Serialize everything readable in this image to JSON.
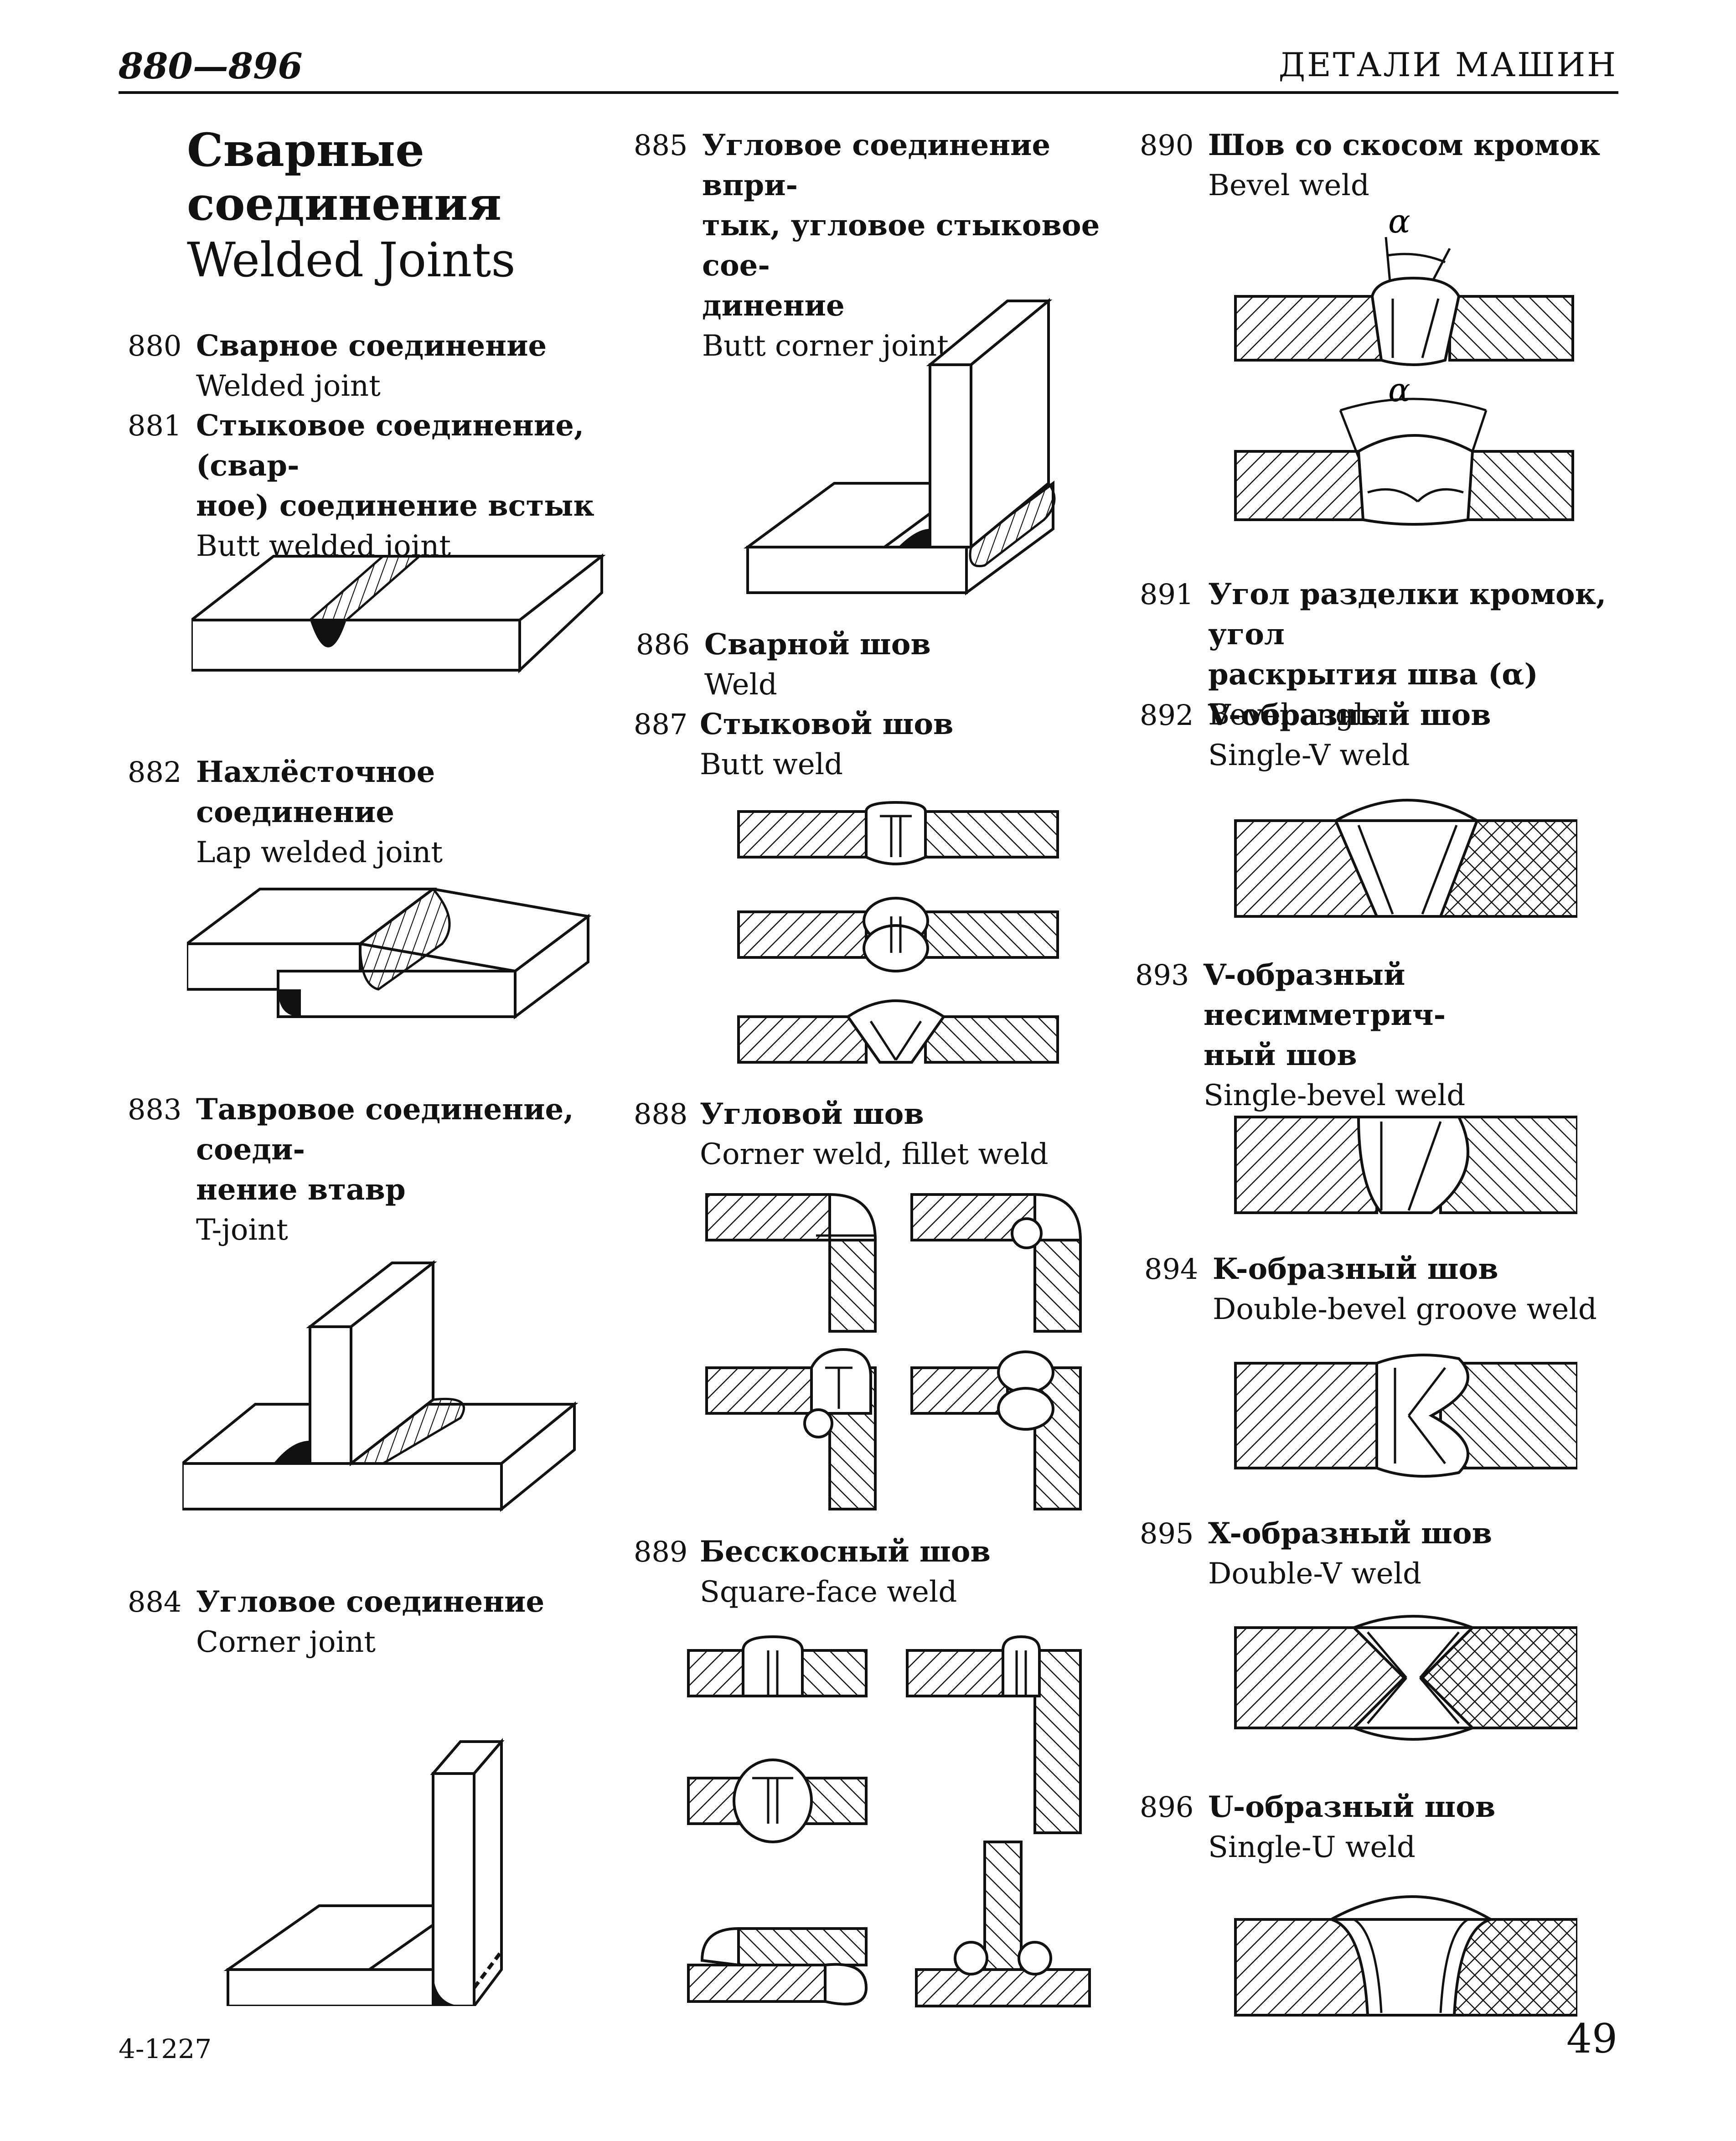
{
  "header": {
    "range": "880—896",
    "section": "ДЕТАЛИ МАШИН"
  },
  "title": {
    "ru_line1": "Сварные",
    "ru_line2": "соединения",
    "en": "Welded Joints"
  },
  "entries": [
    {
      "num": "880",
      "ru": "Сварное соединение",
      "en": "Welded joint"
    },
    {
      "num": "881",
      "ru_line1": "Стыковое соединение, (свар-",
      "ru_line2": "ное) соединение встык",
      "en": "Butt welded joint"
    },
    {
      "num": "882",
      "ru": "Нахлёсточное соединение",
      "en": "Lap welded joint"
    },
    {
      "num": "883",
      "ru_line1": "Тавровое соединение, соеди-",
      "ru_line2": "нение втавр",
      "en": "T-joint"
    },
    {
      "num": "884",
      "ru": "Угловое соединение",
      "en": "Corner joint"
    },
    {
      "num": "885",
      "ru_line1": "Угловое соединение впри-",
      "ru_line2": "тык, угловое стыковое сое-",
      "ru_line3": "динение",
      "en": "Butt corner joint"
    },
    {
      "num": "886",
      "ru": "Сварной шов",
      "en": "Weld"
    },
    {
      "num": "887",
      "ru": "Стыковой шов",
      "en": "Butt weld"
    },
    {
      "num": "888",
      "ru": "Угловой шов",
      "en": "Corner weld, fillet weld"
    },
    {
      "num": "889",
      "ru": "Бесскосный шов",
      "en": "Square-face weld"
    },
    {
      "num": "890",
      "ru": "Шов со скосом кромок",
      "en": "Bevel weld"
    },
    {
      "num": "891",
      "ru_line1": "Угол разделки кромок, угол",
      "ru_line2": "раскрытия шва (α)",
      "en": "Bevel angle"
    },
    {
      "num": "892",
      "ru": "V-образный шов",
      "en": "Single-V weld"
    },
    {
      "num": "893",
      "ru_line1": "V-образный несимметрич-",
      "ru_line2": "ный шов",
      "en": "Single-bevel weld"
    },
    {
      "num": "894",
      "ru": "K-образный шов",
      "en": "Double-bevel groove weld"
    },
    {
      "num": "895",
      "ru": "X-образный шов",
      "en": "Double-V weld"
    },
    {
      "num": "896",
      "ru": "U-образный шов",
      "en": "Single-U weld"
    }
  ],
  "figure_labels": {
    "alpha": "α"
  },
  "footer": {
    "signature": "4-1227",
    "page_number": "49"
  }
}
